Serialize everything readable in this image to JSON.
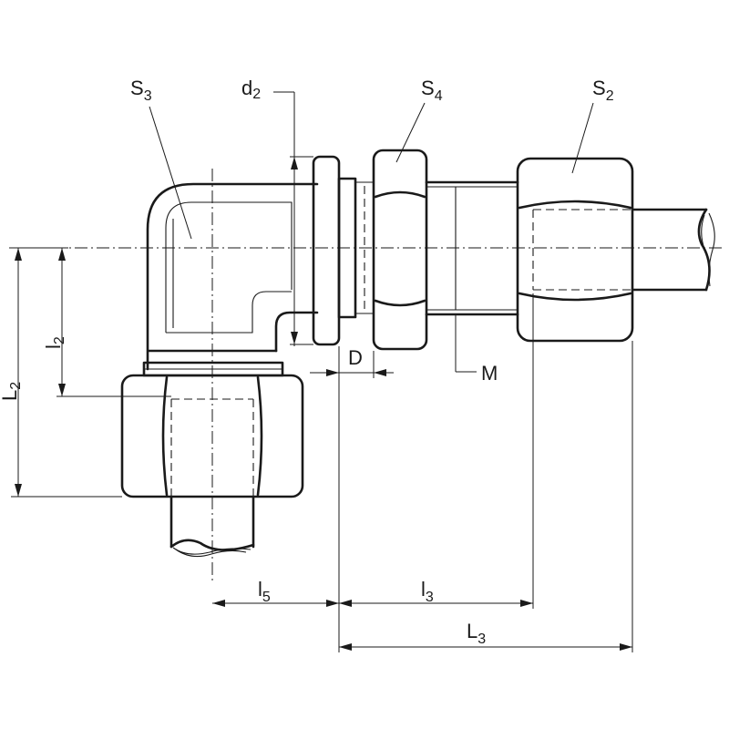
{
  "labels": {
    "s3": {
      "main": "S",
      "sub": "3"
    },
    "d2": {
      "main": "d",
      "sub": "2"
    },
    "s4": {
      "main": "S",
      "sub": "4"
    },
    "s2": {
      "main": "S",
      "sub": "2"
    },
    "l2_upper": {
      "main": "L",
      "sub": "2"
    },
    "l2_lower": {
      "main": "l",
      "sub": "2"
    },
    "d": {
      "main": "D"
    },
    "m": {
      "main": "M"
    },
    "l5": {
      "main": "l",
      "sub": "5"
    },
    "l3_lower": {
      "main": "l",
      "sub": "3"
    },
    "l3_upper": {
      "main": "L",
      "sub": "3"
    }
  }
}
